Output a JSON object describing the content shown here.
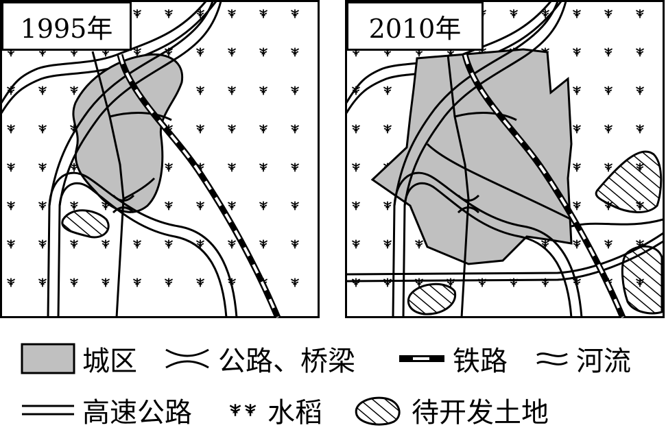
{
  "panels": [
    {
      "year_label": "1995年"
    },
    {
      "year_label": "2010年"
    }
  ],
  "legend": {
    "urban": "城区",
    "road_bridge": "公路、桥梁",
    "railway": "铁路",
    "river": "河流",
    "expressway": "高速公路",
    "rice": "水稻",
    "undeveloped": "待开发土地"
  },
  "colors": {
    "urban_fill": "#c0c0c0",
    "line": "#000000",
    "background": "#ffffff"
  }
}
